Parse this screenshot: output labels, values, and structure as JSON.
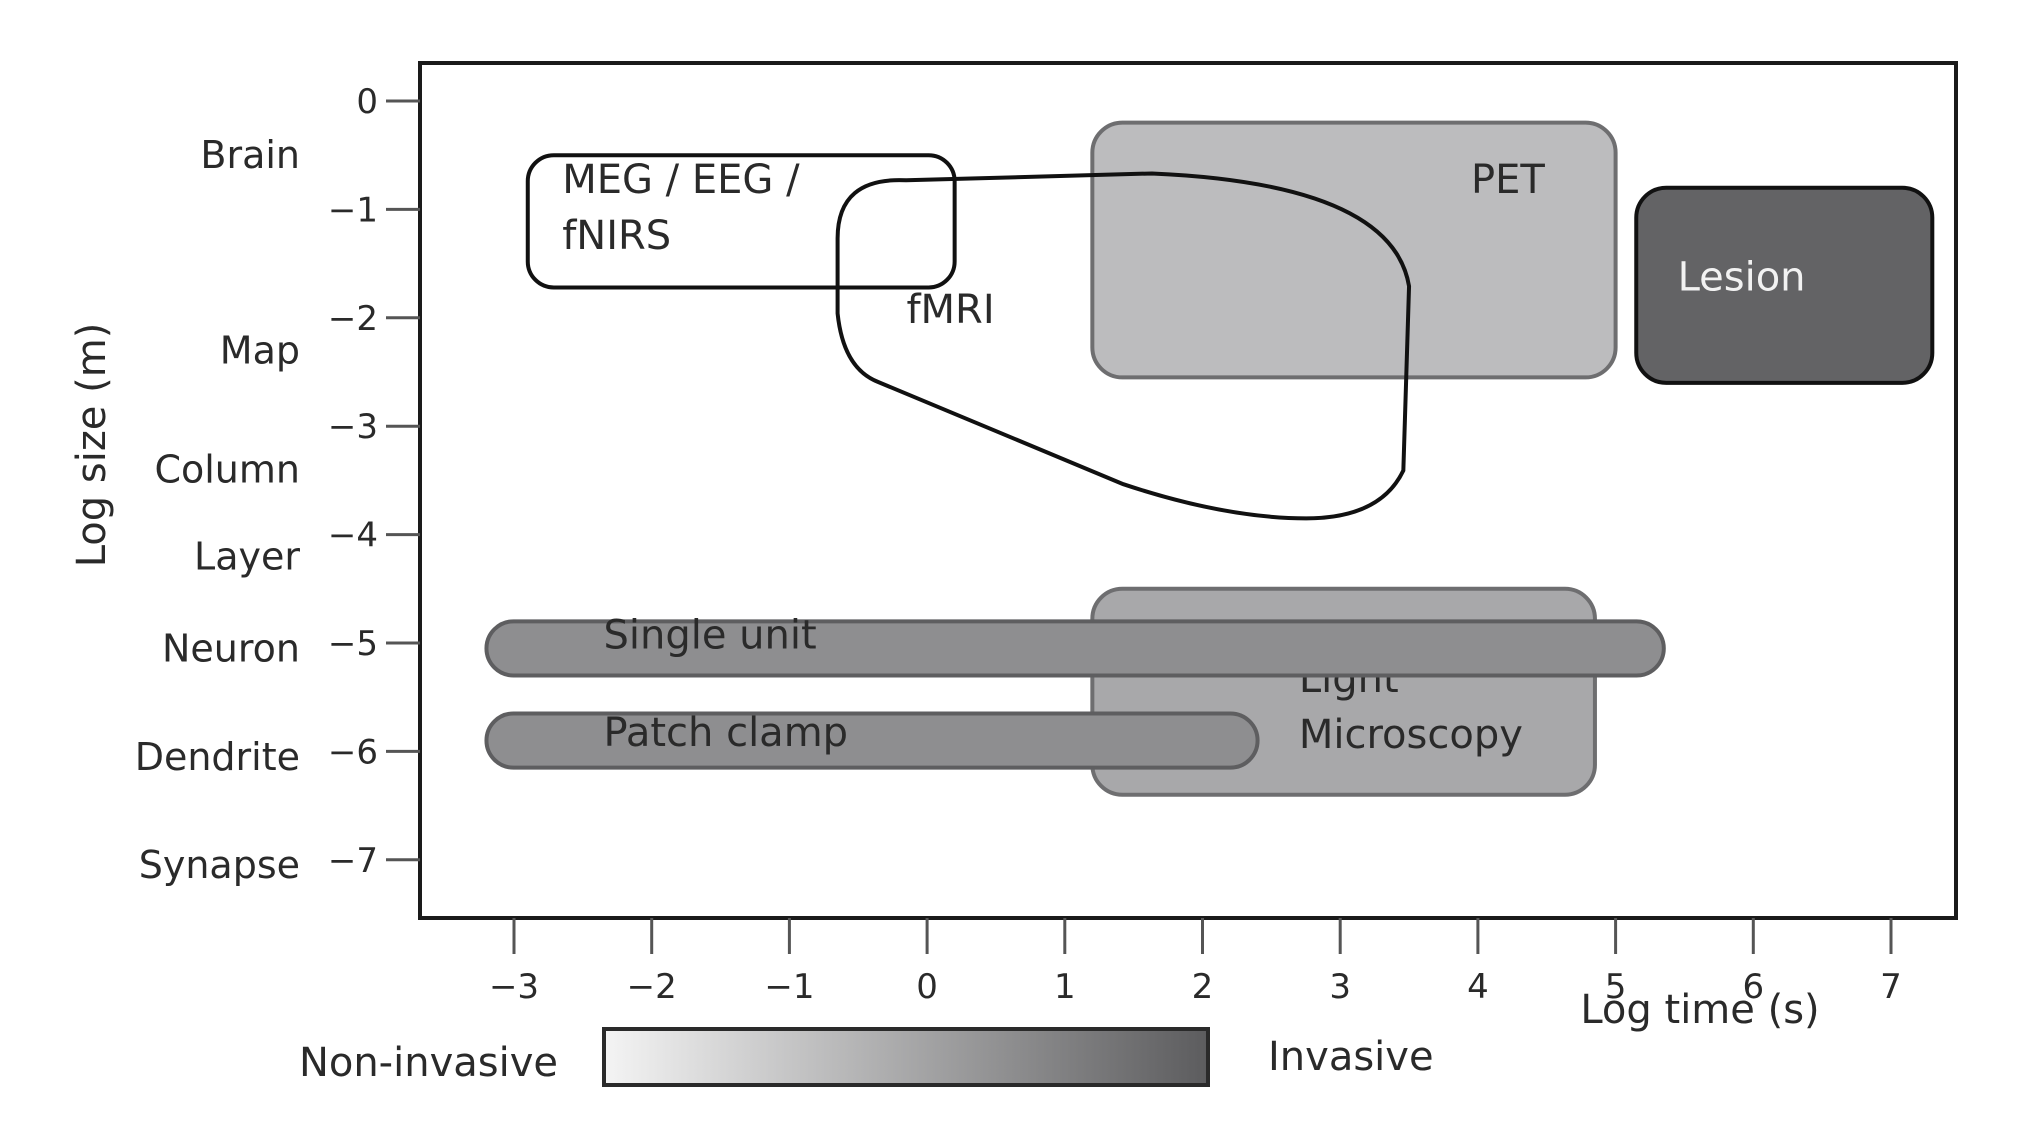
{
  "chart_data": {
    "type": "diagram-range-boxes",
    "title": "",
    "xlabel": "Log time (s)",
    "ylabel": "Log size (m)",
    "xlim": [
      -3.7,
      7.5
    ],
    "ylim": [
      -7.3,
      0.35
    ],
    "x_ticks": [
      -3,
      -2,
      -1,
      0,
      1,
      2,
      3,
      4,
      5,
      6,
      7
    ],
    "x_tick_labels": [
      "−3",
      "−2",
      "−1",
      "0",
      "1",
      "2",
      "3",
      "4",
      "5",
      "6",
      "7"
    ],
    "y_ticks": [
      0,
      -1,
      -2,
      -3,
      -4,
      -5,
      -6,
      -7
    ],
    "y_tick_labels": [
      "0",
      "−1",
      "−2",
      "−3",
      "−4",
      "−5",
      "−6",
      "−7"
    ],
    "y_scale_labels": [
      {
        "label": "Brain",
        "y": -0.5
      },
      {
        "label": "Map",
        "y": -2.3
      },
      {
        "label": "Column",
        "y": -3.4
      },
      {
        "label": "Layer",
        "y": -4.2
      },
      {
        "label": "Neuron",
        "y": -5.05
      },
      {
        "label": "Dendrite",
        "y": -6.05
      },
      {
        "label": "Synapse",
        "y": -7.05
      }
    ],
    "methods": [
      {
        "name": "PET",
        "label_lines": [
          "PET"
        ],
        "time": [
          1.2,
          5.0
        ],
        "size": [
          -0.2,
          -2.55
        ],
        "fill": "#bcbcbe",
        "stroke": "#6e6e70",
        "text_color": "#2a2a2a",
        "label_at": [
          3.95,
          -0.85
        ],
        "style": "filled"
      },
      {
        "name": "Lesion",
        "label_lines": [
          "Lesion"
        ],
        "time": [
          5.15,
          7.3
        ],
        "size": [
          -0.8,
          -2.6
        ],
        "fill": "#636365",
        "stroke": "#111111",
        "text_color": "#f2f2f2",
        "label_at": [
          5.45,
          -1.75
        ],
        "style": "filled"
      },
      {
        "name": "Light Microscopy",
        "label_lines": [
          "Light",
          "Microscopy"
        ],
        "time": [
          1.2,
          4.85
        ],
        "size": [
          -4.5,
          -6.4
        ],
        "fill": "#a8a8aa",
        "stroke": "#6e6e70",
        "text_color": "#2a2a2a",
        "label_at": [
          2.7,
          -5.45
        ],
        "style": "filled"
      },
      {
        "name": "Single unit",
        "label_lines": [
          "Single unit"
        ],
        "time": [
          -3.2,
          5.35
        ],
        "size": [
          -4.8,
          -5.3
        ],
        "fill": "#8e8e90",
        "stroke": "#5e5e60",
        "text_color": "#2a2a2a",
        "label_at": [
          -2.35,
          -5.05
        ],
        "style": "pill"
      },
      {
        "name": "Patch clamp",
        "label_lines": [
          "Patch clamp"
        ],
        "time": [
          -3.2,
          2.4
        ],
        "size": [
          -5.65,
          -6.15
        ],
        "fill": "#8e8e90",
        "stroke": "#5e5e60",
        "text_color": "#2a2a2a",
        "label_at": [
          -2.35,
          -5.95
        ],
        "style": "pill"
      },
      {
        "name": "MEG / EEG / fNIRS",
        "label_lines": [
          "MEG / EEG /",
          "fNIRS"
        ],
        "time": [
          -2.9,
          0.2
        ],
        "size": [
          -0.5,
          -1.72
        ],
        "fill": "none",
        "stroke": "#111111",
        "text_color": "#2a2a2a",
        "label_at": [
          -2.65,
          -0.85
        ],
        "style": "outline"
      },
      {
        "name": "fMRI",
        "label_lines": [
          "fMRI"
        ],
        "time": [
          -0.65,
          3.5
        ],
        "size": [
          -0.7,
          -3.85
        ],
        "fill": "none",
        "stroke": "#111111",
        "text_color": "#2a2a2a",
        "label_at": [
          -0.15,
          -2.05
        ],
        "style": "outline-freeform"
      }
    ],
    "legend": {
      "type": "gradient",
      "left_label": "Non-invasive",
      "right_label": "Invasive",
      "from_color": "#f4f4f4",
      "to_color": "#5c5c5e",
      "placement": "bottom"
    }
  }
}
